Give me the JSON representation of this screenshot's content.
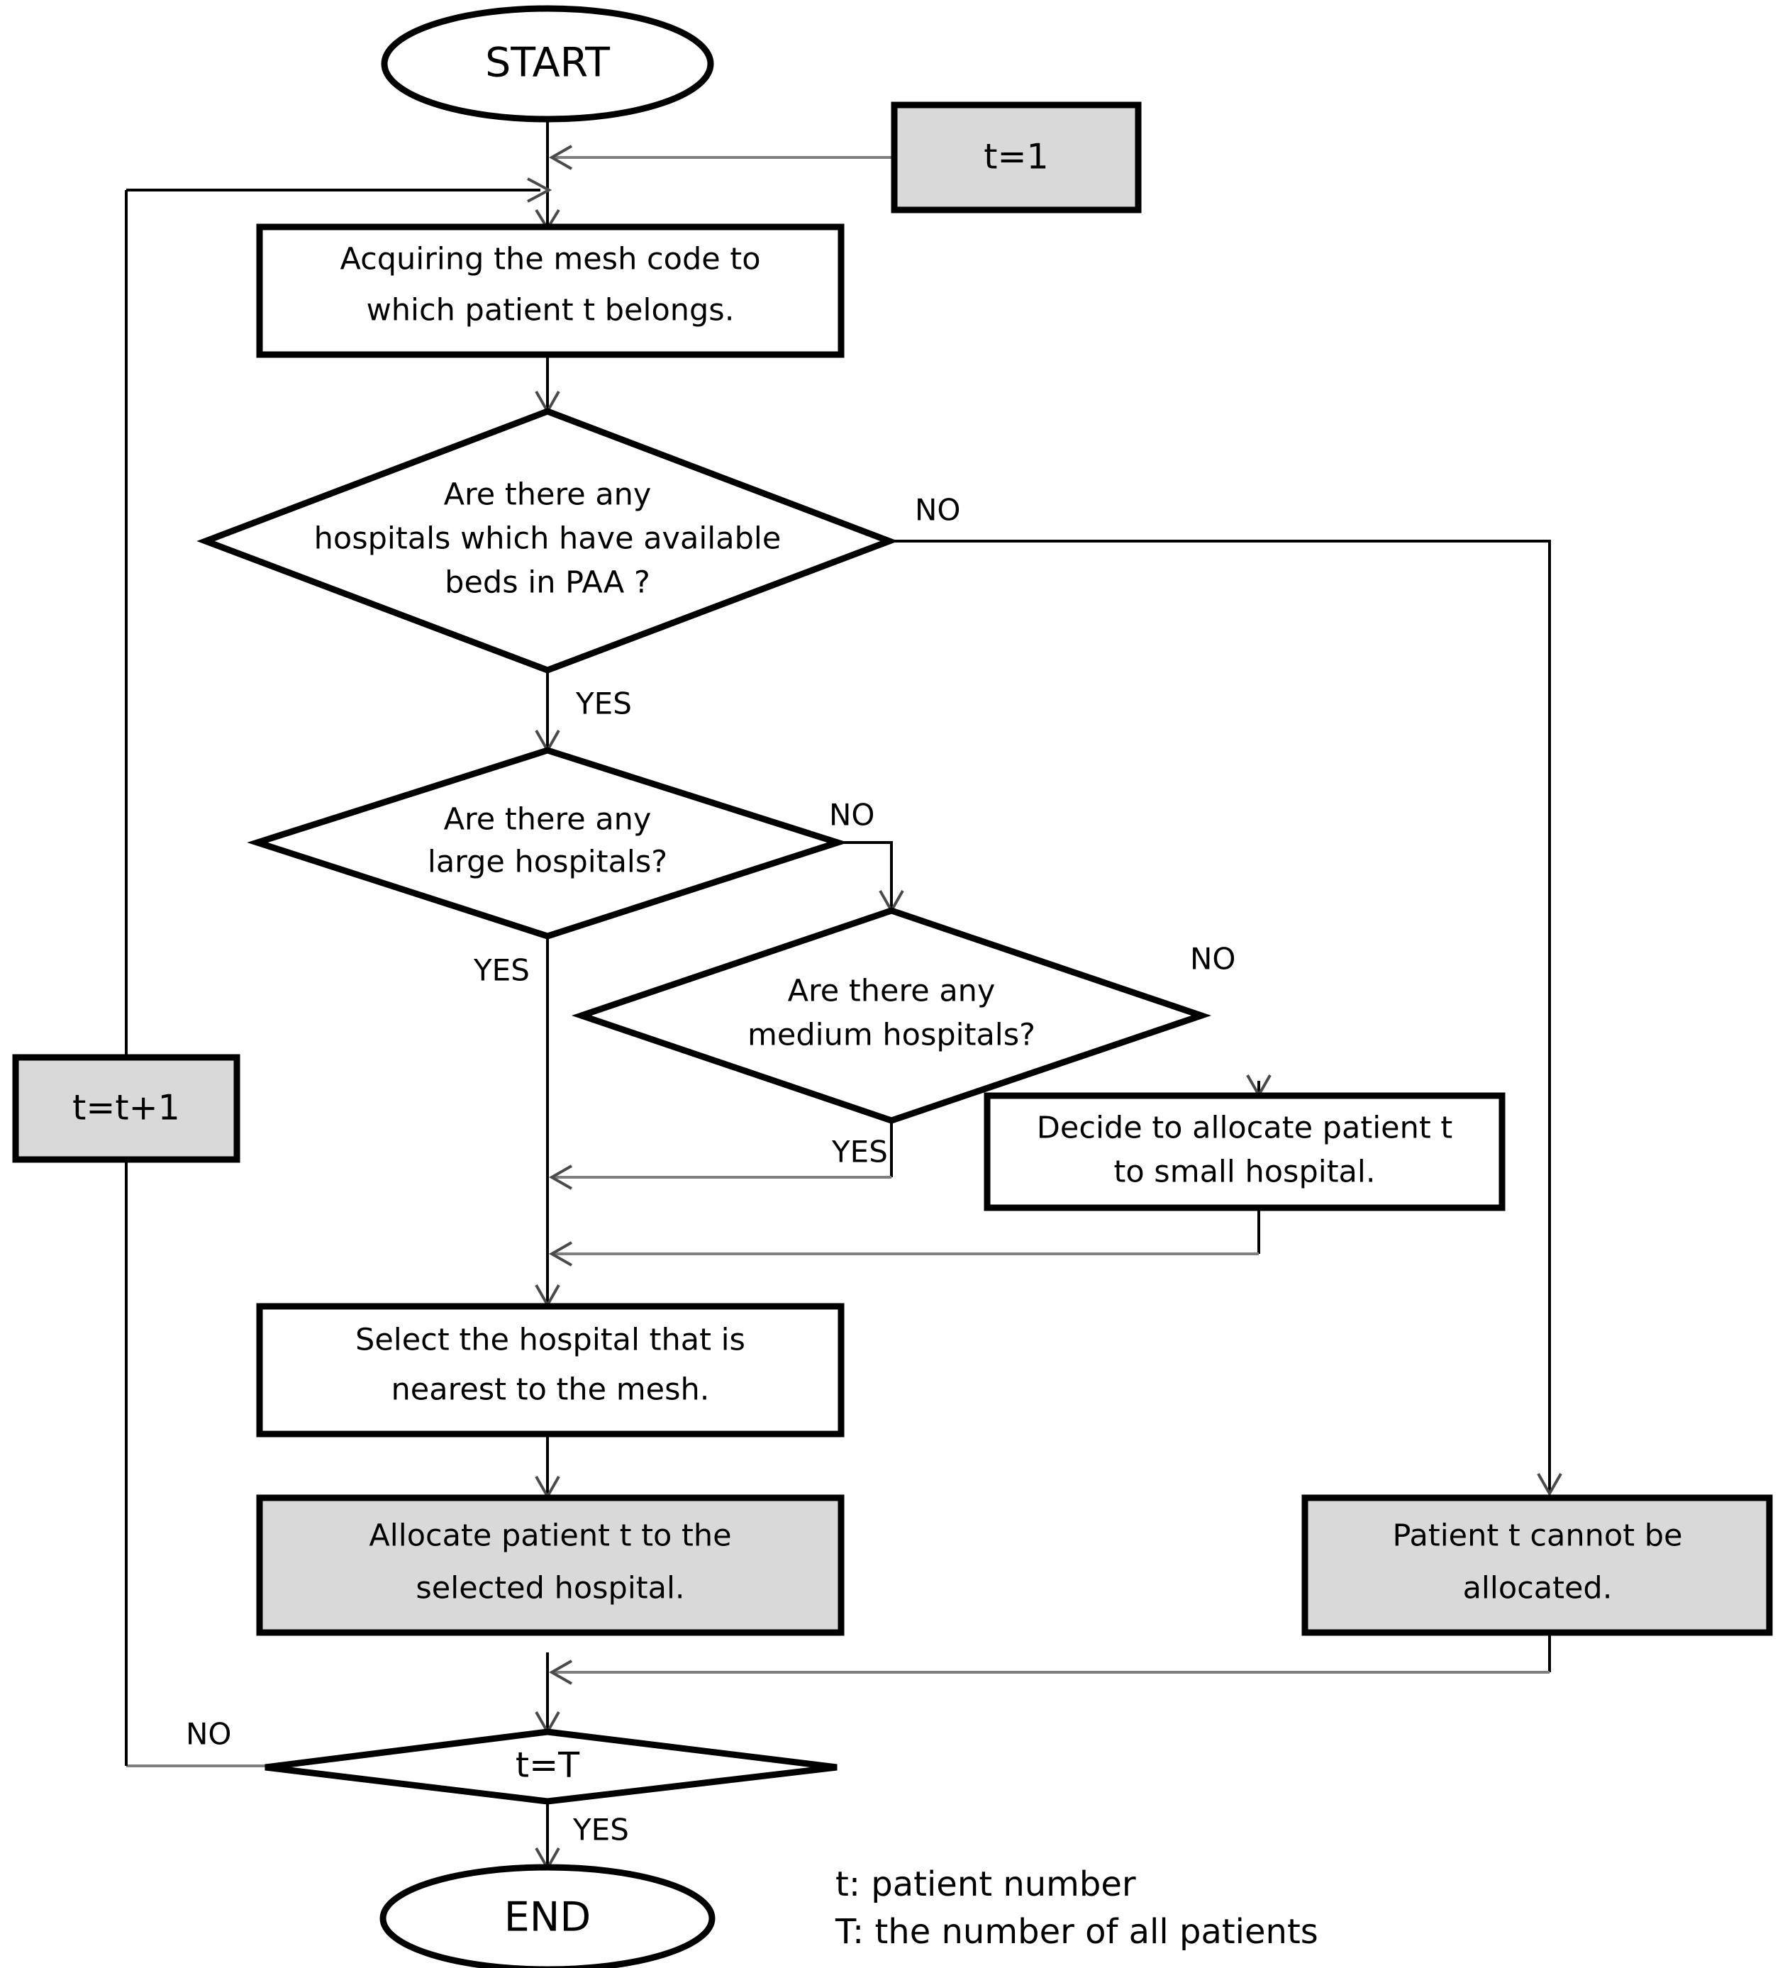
{
  "diagram": {
    "type": "flowchart",
    "title": "Patient allocation flowchart",
    "colors": {
      "fill_plain": "#ffffff",
      "fill_highlight": "#d9d9d9",
      "stroke": "#000000",
      "connector": "#7f7f7f"
    }
  },
  "nodes": {
    "start": {
      "label": "START",
      "shape": "terminator"
    },
    "t_init": {
      "label": "t=1",
      "shape": "process-highlight"
    },
    "acquire_mesh": {
      "line1": "Acquiring the mesh code to",
      "line2": "which patient t belongs.",
      "shape": "process"
    },
    "beds_available": {
      "line1": "Are there any",
      "line2": "hospitals which have available",
      "line3": "beds in PAA ?",
      "shape": "decision"
    },
    "large_hospitals": {
      "line1": "Are there any",
      "line2": "large hospitals?",
      "shape": "decision"
    },
    "medium_hospitals": {
      "line1": "Are there any",
      "line2": "medium hospitals?",
      "shape": "decision"
    },
    "allocate_small": {
      "line1": "Decide to allocate patient t",
      "line2": "to small hospital.",
      "shape": "process"
    },
    "t_increment": {
      "label": "t=t+1",
      "shape": "process-highlight"
    },
    "select_nearest": {
      "line1": "Select the hospital that is",
      "line2": "nearest to the mesh.",
      "shape": "process"
    },
    "allocate_patient": {
      "line1": "Allocate patient t to the",
      "line2": "selected  hospital.",
      "shape": "process-highlight"
    },
    "cannot_allocate": {
      "line1": "Patient t cannot be",
      "line2": "allocated.",
      "shape": "process-highlight"
    },
    "loop_check": {
      "label": "t=T",
      "shape": "decision"
    },
    "end": {
      "label": "END",
      "shape": "terminator"
    }
  },
  "branch_labels": {
    "beds_no": "NO",
    "beds_yes": "YES",
    "large_no": "NO",
    "large_yes": "YES",
    "medium_no": "NO",
    "medium_yes": "YES",
    "loop_no": "NO",
    "loop_yes": "YES"
  },
  "legend": {
    "line1": "t: patient number",
    "line2": "T: the number of all patients"
  }
}
